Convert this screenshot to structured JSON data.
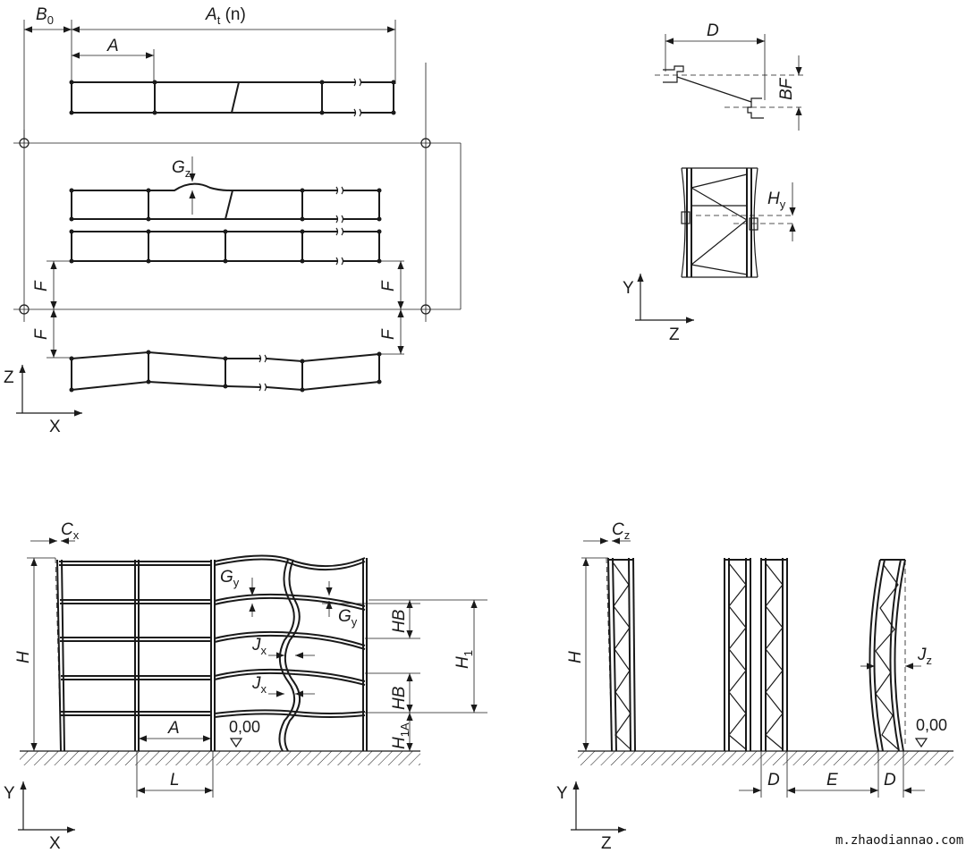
{
  "dimension_labels": {
    "B0": {
      "main": "B",
      "sub": "0"
    },
    "At": {
      "main": "A",
      "sub": "t",
      "suffix": " (n)"
    },
    "A_top": "A",
    "Gz": {
      "main": "G",
      "sub": "z"
    },
    "F": "F",
    "D_top": "D",
    "BF": "BF",
    "Hy": {
      "main": "H",
      "sub": "y"
    },
    "Cx": {
      "main": "C",
      "sub": "x"
    },
    "H": "H",
    "Gy": {
      "main": "G",
      "sub": "y"
    },
    "HB": "HB",
    "H1": {
      "main": "H",
      "sub": "1"
    },
    "Jx": {
      "main": "J",
      "sub": "x"
    },
    "H1A": {
      "main": "H",
      "sub": "1A"
    },
    "A_bottom": "A",
    "L": "L",
    "Cz": {
      "main": "C",
      "sub": "z"
    },
    "Jz": {
      "main": "J",
      "sub": "z"
    },
    "D": "D",
    "E": "E"
  },
  "axes": {
    "top_left": {
      "vertical": "Z",
      "horizontal": "X"
    },
    "top_right": {
      "vertical": "Y",
      "horizontal": "Z"
    },
    "bottom_left": {
      "vertical": "Y",
      "horizontal": "X"
    },
    "bottom_right": {
      "vertical": "Y",
      "horizontal": "Z"
    }
  },
  "level_marks": {
    "left": "0,00",
    "right": "0,00"
  },
  "watermark": "m.zhaodiannao.com"
}
